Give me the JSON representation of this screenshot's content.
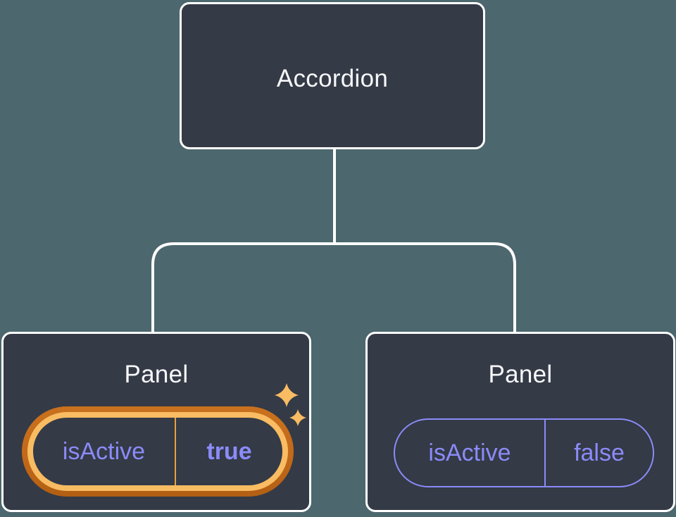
{
  "diagram": {
    "title": "component-tree",
    "root": {
      "label": "Accordion"
    },
    "children": [
      {
        "label": "Panel",
        "state": {
          "name": "isActive",
          "value": "true"
        },
        "highlighted": true,
        "icon": "sparkle-icon"
      },
      {
        "label": "Panel",
        "state": {
          "name": "isActive",
          "value": "false"
        },
        "highlighted": false
      }
    ]
  },
  "colors": {
    "bg": "#4C676E",
    "node-fill": "#343A46",
    "node-border": "#FFFFFF",
    "node-text": "#F6F7F9",
    "purple": "#8B8BF9",
    "gold-light": "#F9BC62",
    "gold-dark": "#C2691A",
    "gold-divider": "#E9A23B"
  }
}
